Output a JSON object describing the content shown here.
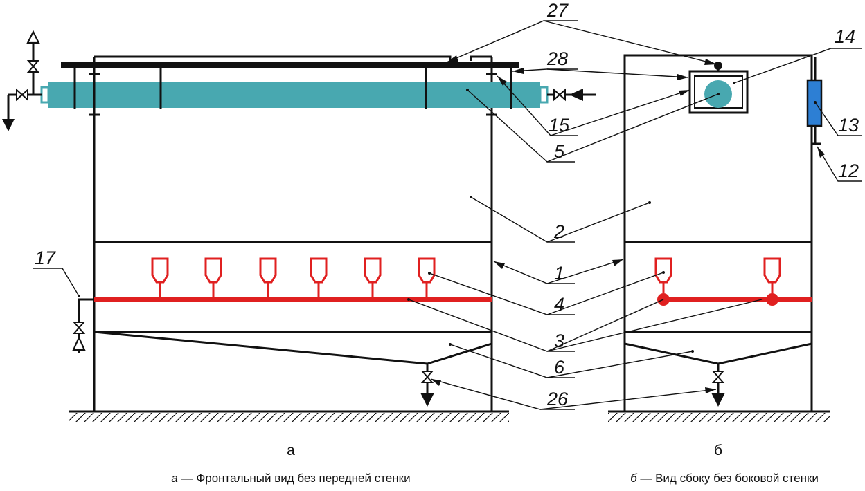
{
  "callouts": {
    "c27": "27",
    "c28": "28",
    "c14": "14",
    "c15": "15",
    "c5": "5",
    "c13": "13",
    "c12": "12",
    "c2": "2",
    "c1": "1",
    "c4": "4",
    "c17": "17",
    "c3": "3",
    "c6": "6",
    "c26": "26"
  },
  "views": {
    "front_letter": "а",
    "side_letter": "б"
  },
  "captions": {
    "front_prefix": "а",
    "front_text": " — Фронтальный вид без передней стенки",
    "side_prefix": "б",
    "side_text": " — Вид сбоку без боковой стенки"
  },
  "colors": {
    "duct": "#48a8b0",
    "spray": "#e02020",
    "gauge": "#2d7fd4",
    "line": "#111111"
  }
}
